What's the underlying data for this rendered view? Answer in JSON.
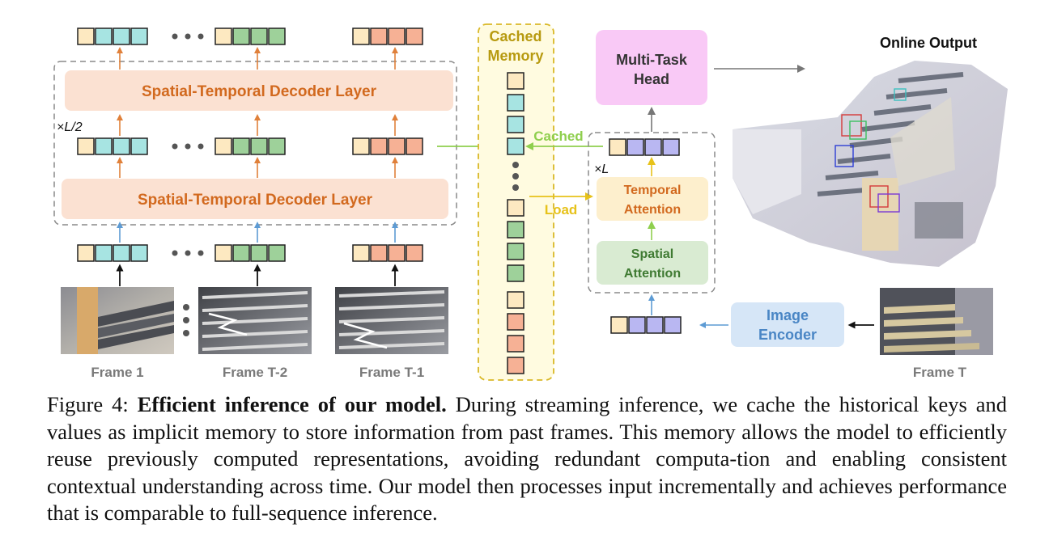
{
  "diagram": {
    "decoder_layer_top": "Spatial-Temporal Decoder Layer",
    "decoder_layer_bottom": "Spatial-Temporal Decoder Layer",
    "repeat_left": "×L/2",
    "repeat_right": "×L",
    "cached_memory_line1": "Cached",
    "cached_memory_line2": "Memory",
    "cached_label": "Cached",
    "load_label": "Load",
    "temporal_attention_line1": "Temporal",
    "temporal_attention_line2": "Attention",
    "spatial_attention_line1": "Spatial",
    "spatial_attention_line2": "Attention",
    "multitask_head_line1": "Multi-Task",
    "multitask_head_line2": "Head",
    "image_encoder_line1": "Image",
    "image_encoder_line2": "Encoder",
    "online_output": "Online Output",
    "frames": [
      "Frame 1",
      "Frame T-2",
      "Frame T-1",
      "Frame T"
    ]
  },
  "colors": {
    "orange_text": "#d2691e",
    "decoder_fill": "#fbe1d2",
    "memory_border": "#d9b826",
    "memory_fill": "#fffbe0",
    "memory_text": "#b79a10",
    "green_arrow": "#8fcf4e",
    "yellow_arrow": "#e7c21a",
    "blue_arrow": "#5d9bd4",
    "temporal_fill": "#fdefcd",
    "spatial_fill": "#d9ebd2",
    "head_fill": "#f9c9f6",
    "encoder_fill": "#d6e6f7",
    "token_yellow": "#fde9c1",
    "token_cyan": "#a7e4e2",
    "token_green": "#9ed19a",
    "token_salmon": "#f6b195",
    "token_purple": "#b9b7f2"
  },
  "caption": {
    "label": "Figure 4:",
    "title": "Efficient inference of our model.",
    "text": "During streaming inference, we cache the historical keys and values as implicit memory to store information from past frames. This memory allows the model to efficiently reuse previously computed representations, avoiding redundant computa-­tion and enabling consistent contextual understanding across time. Our model then processes input incrementally and achieves performance that is comparable to full-sequence inference."
  }
}
